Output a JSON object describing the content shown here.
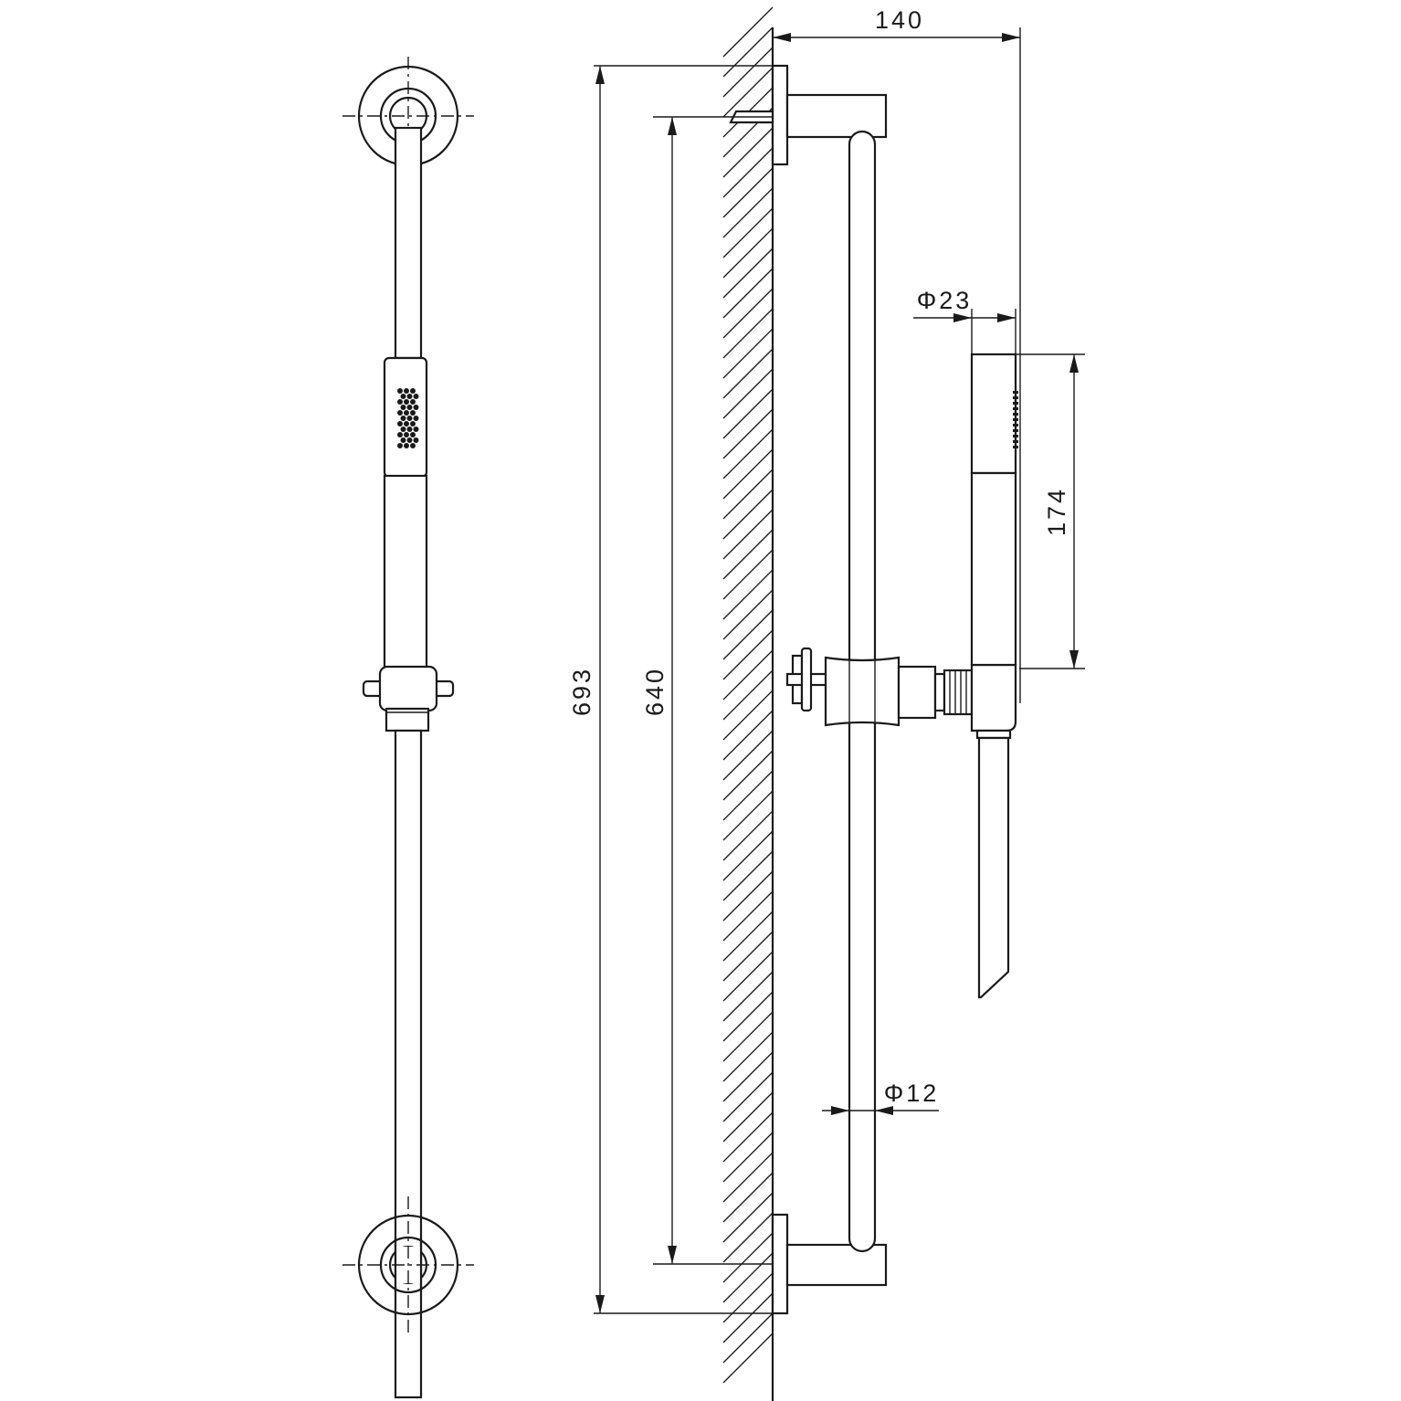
{
  "drawing": {
    "dimensions": {
      "total_height": "693",
      "rail_length": "640",
      "projection": "140",
      "handshower_diameter": "Φ23",
      "handshower_length": "174",
      "rail_diameter": "Φ12"
    }
  }
}
